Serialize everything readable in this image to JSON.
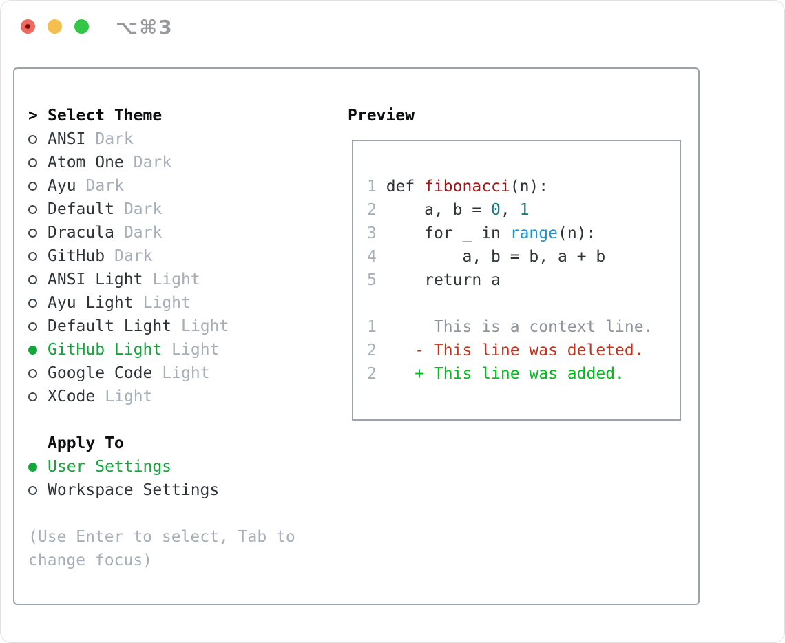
{
  "window": {
    "title": "⌥⌘3",
    "buttons": {
      "close": "close",
      "minimize": "minimize",
      "zoom": "zoom"
    }
  },
  "theme_picker": {
    "header_prefix": ">",
    "header": "Select Theme",
    "themes": [
      {
        "name": "ANSI",
        "variant": "Dark",
        "selected": false
      },
      {
        "name": "Atom One",
        "variant": "Dark",
        "selected": false
      },
      {
        "name": "Ayu",
        "variant": "Dark",
        "selected": false
      },
      {
        "name": "Default",
        "variant": "Dark",
        "selected": false
      },
      {
        "name": "Dracula",
        "variant": "Dark",
        "selected": false
      },
      {
        "name": "GitHub",
        "variant": "Dark",
        "selected": false
      },
      {
        "name": "ANSI Light",
        "variant": "Light",
        "selected": false
      },
      {
        "name": "Ayu Light",
        "variant": "Light",
        "selected": false
      },
      {
        "name": "Default Light",
        "variant": "Light",
        "selected": false
      },
      {
        "name": "GitHub Light",
        "variant": "Light",
        "selected": true
      },
      {
        "name": "Google Code",
        "variant": "Light",
        "selected": false
      },
      {
        "name": "XCode",
        "variant": "Light",
        "selected": false
      }
    ],
    "apply_to": {
      "header": "Apply To",
      "options": [
        {
          "label": "User Settings",
          "selected": true
        },
        {
          "label": "Workspace Settings",
          "selected": false
        }
      ]
    },
    "hint": "(Use Enter to select, Tab to change focus)"
  },
  "preview": {
    "header": "Preview",
    "lines": [
      {
        "num": "1",
        "segs": [
          {
            "t": " def ",
            "c": "code"
          },
          {
            "t": "fibonacci",
            "c": "func"
          },
          {
            "t": "(n):",
            "c": "code"
          }
        ]
      },
      {
        "num": "2",
        "segs": [
          {
            "t": "     a, b = ",
            "c": "code"
          },
          {
            "t": "0",
            "c": "numlit"
          },
          {
            "t": ", ",
            "c": "code"
          },
          {
            "t": "1",
            "c": "numlit"
          }
        ]
      },
      {
        "num": "3",
        "segs": [
          {
            "t": "     for _ in ",
            "c": "code"
          },
          {
            "t": "range",
            "c": "builtin"
          },
          {
            "t": "(n):",
            "c": "code"
          }
        ]
      },
      {
        "num": "4",
        "segs": [
          {
            "t": "         a, b = b, a + b",
            "c": "code"
          }
        ]
      },
      {
        "num": "5",
        "segs": [
          {
            "t": "     return a",
            "c": "code"
          }
        ]
      },
      {
        "num": "",
        "segs": []
      },
      {
        "num": "1",
        "segs": [
          {
            "t": "      This is a context line.",
            "c": "context"
          }
        ]
      },
      {
        "num": "2",
        "segs": [
          {
            "t": "    - This line was deleted.",
            "c": "del"
          }
        ]
      },
      {
        "num": "2",
        "segs": [
          {
            "t": "    + This line was added.",
            "c": "add"
          }
        ]
      }
    ]
  },
  "colors": {
    "panel-border": "#9aa3ac",
    "text": "#2e3338",
    "heading": "#0c0e10",
    "muted": "#a6aeb8",
    "green": "#13a63a",
    "circle": "#43484e",
    "func": "#a31515",
    "numlit": "#0d7f7f",
    "builtin": "#1697d4",
    "context": "#8d949d",
    "del": "#cb2f17",
    "add": "#00bd1c",
    "ln": "#a6b0bb",
    "title-gray": "#97999c",
    "tl-red": "#ee6a5f",
    "tl-red-dot": "#7c0c06",
    "tl-yellow": "#f5bf4f",
    "tl-green": "#33c748"
  }
}
